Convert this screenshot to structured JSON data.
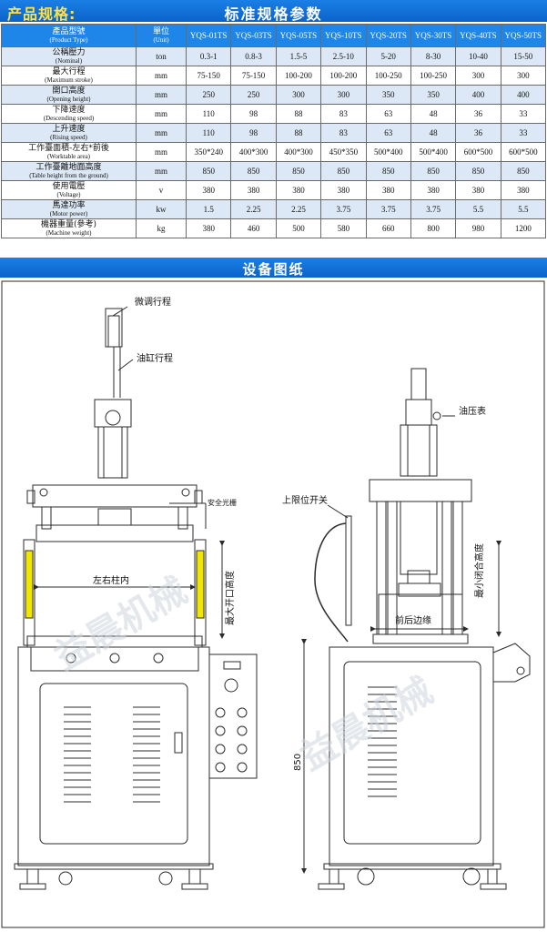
{
  "header": {
    "product_spec": "产品规格:",
    "standard_params": "标准规格参数"
  },
  "table": {
    "head": {
      "zh": "產品型號",
      "en": "(Product Type)",
      "unit_zh": "單位",
      "unit_en": "(Unit)",
      "models": [
        "YQS-01TS",
        "YQS-03TS",
        "YQS-05TS",
        "YQS-10TS",
        "YQS-20TS",
        "YQS-30TS",
        "YQS-40TS",
        "YQS-50TS"
      ]
    },
    "rows": [
      {
        "zh": "公稱壓力",
        "en": "(Nominal)",
        "unit": "ton",
        "values": [
          "0.3-1",
          "0.8-3",
          "1.5-5",
          "2.5-10",
          "5-20",
          "8-30",
          "10-40",
          "15-50"
        ]
      },
      {
        "zh": "最大行程",
        "en": "(Maximum stroke)",
        "unit": "mm",
        "values": [
          "75-150",
          "75-150",
          "100-200",
          "100-200",
          "100-250",
          "100-250",
          "300",
          "300"
        ]
      },
      {
        "zh": "開口高度",
        "en": "(Opening height)",
        "unit": "mm",
        "values": [
          "250",
          "250",
          "300",
          "300",
          "350",
          "350",
          "400",
          "400"
        ]
      },
      {
        "zh": "下降速度",
        "en": "(Descending speed)",
        "unit": "mm",
        "values": [
          "110",
          "98",
          "88",
          "83",
          "63",
          "48",
          "36",
          "33"
        ]
      },
      {
        "zh": "上升速度",
        "en": "(Rising speed)",
        "unit": "mm",
        "values": [
          "110",
          "98",
          "88",
          "83",
          "63",
          "48",
          "36",
          "33"
        ]
      },
      {
        "zh": "工作臺面積-左右*前後",
        "en": "(Worktable area)",
        "unit": "mm",
        "values": [
          "350*240",
          "400*300",
          "400*300",
          "450*350",
          "500*400",
          "500*400",
          "600*500",
          "600*500"
        ]
      },
      {
        "zh": "工作臺離地面高度",
        "en": "(Table height from the ground)",
        "unit": "mm",
        "values": [
          "850",
          "850",
          "850",
          "850",
          "850",
          "850",
          "850",
          "850"
        ]
      },
      {
        "zh": "使用電壓",
        "en": "(Voltage)",
        "unit": "v",
        "values": [
          "380",
          "380",
          "380",
          "380",
          "380",
          "380",
          "380",
          "380"
        ]
      },
      {
        "zh": "馬達功率",
        "en": "(Motor power)",
        "unit": "kw",
        "values": [
          "1.5",
          "2.25",
          "2.25",
          "3.75",
          "3.75",
          "3.75",
          "5.5",
          "5.5"
        ]
      },
      {
        "zh": "機器重量(參考)",
        "en": "(Machine weight)",
        "unit": "kg",
        "values": [
          "380",
          "460",
          "500",
          "580",
          "660",
          "800",
          "980",
          "1200"
        ]
      }
    ]
  },
  "drawing_header": "设备图纸",
  "drawing": {
    "labels": {
      "fine_stroke": "微调行程",
      "cylinder_stroke": "油缸行程",
      "safety_light": "安全光栅",
      "between_columns": "左右柱内",
      "max_opening": "最大开口高度",
      "upper_limit_switch": "上限位开关",
      "pressure_gauge": "油压表",
      "front_back_margin": "前后边缘",
      "min_closed_height": "最小闭合高度",
      "height_850": "850"
    },
    "watermark": "益晨机械",
    "colors": {
      "accent": "#1a7fe6",
      "light_curtain": "#f2e600",
      "line": "#2b2b2b"
    }
  }
}
